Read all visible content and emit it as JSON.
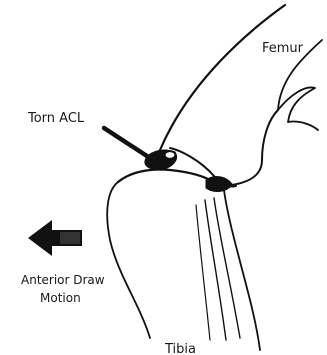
{
  "labels": {
    "femur": "Femur",
    "torn_acl": "Torn ACL",
    "motion_line1": "Anterior Draw",
    "motion_line2": "Motion",
    "tibia": "Tibia"
  },
  "colors": {
    "ink": "#111111",
    "background": "#ffffff"
  }
}
